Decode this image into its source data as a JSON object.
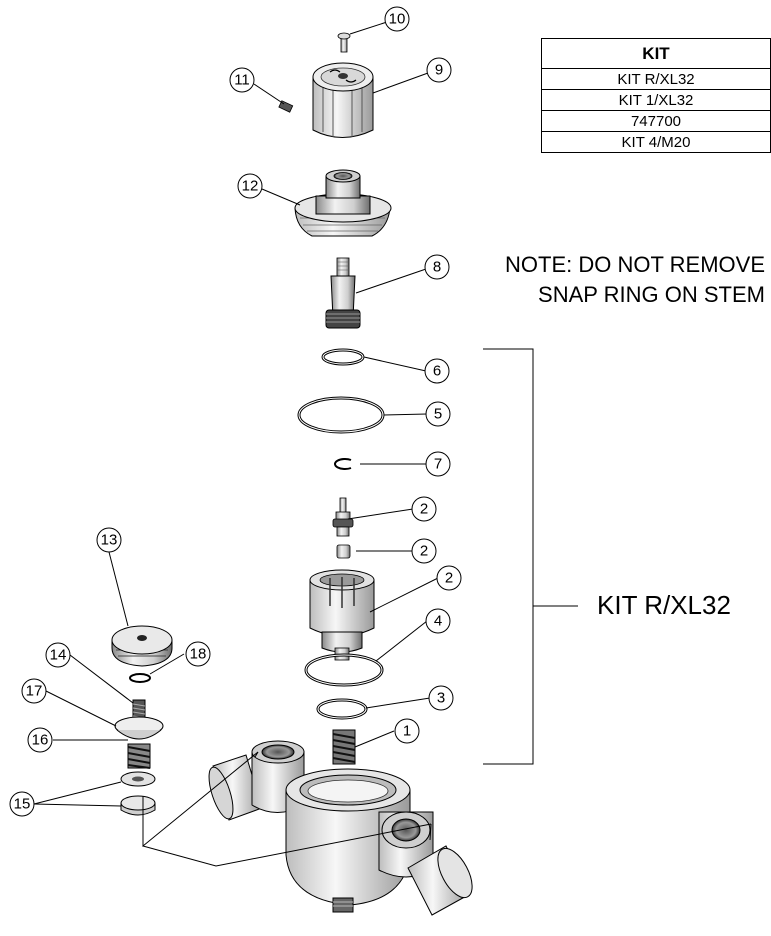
{
  "kit_table": {
    "header": "KIT",
    "rows": [
      "KIT R/XL32",
      "KIT 1/XL32",
      "747700",
      "KIT 4/M20"
    ]
  },
  "note": {
    "line1": "NOTE: DO NOT REMOVE",
    "line2": "SNAP RING ON STEM"
  },
  "kit_bracket_label": "KIT R/XL32",
  "callouts": {
    "c10": "10",
    "c9": "9",
    "c11": "11",
    "c12": "12",
    "c8": "8",
    "c6": "6",
    "c5": "5",
    "c7": "7",
    "c2a": "2",
    "c2b": "2",
    "c2c": "2",
    "c4": "4",
    "c3": "3",
    "c1": "1",
    "c13": "13",
    "c18": "18",
    "c14": "14",
    "c17": "17",
    "c16": "16",
    "c15": "15"
  }
}
